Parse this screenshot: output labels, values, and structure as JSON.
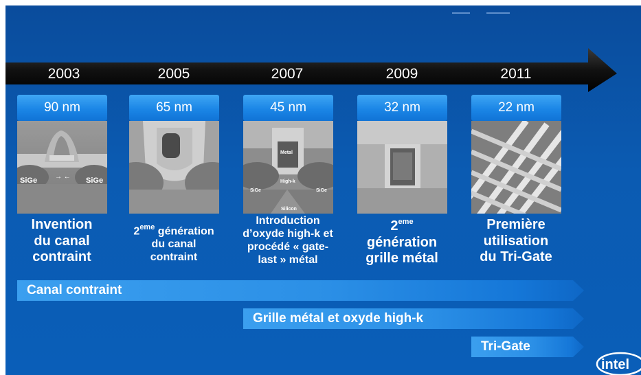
{
  "timeline": {
    "nodes": [
      {
        "year": "2003",
        "node": "90 nm",
        "caption_lines": [
          "Invention",
          "du canal",
          "contraint"
        ]
      },
      {
        "year": "2005",
        "node": "65 nm",
        "caption_lines": [
          "génération",
          "du canal",
          "contraint"
        ],
        "sup_prefix": "2",
        "sup_text": "eme"
      },
      {
        "year": "2007",
        "node": "45 nm",
        "caption_lines": [
          "Introduction",
          "d’oxyde high-k et",
          "procédé « gate-",
          "last » métal"
        ]
      },
      {
        "year": "2009",
        "node": "32 nm",
        "caption_lines": [
          "génération",
          "grille métal"
        ],
        "sup_prefix": "2",
        "sup_text": "eme"
      },
      {
        "year": "2011",
        "node": "22 nm",
        "caption_lines": [
          "Première",
          "utilisation",
          "du Tri-Gate"
        ]
      }
    ]
  },
  "micrographs": {
    "m2003": {
      "left": "SiGe",
      "right": "SiGe"
    },
    "m2007": {
      "top": "Metal",
      "mid": "High-k",
      "left": "SiGe",
      "right": "SiGe",
      "bottom": "Silicon"
    }
  },
  "bands": {
    "strained": "Canal contraint",
    "hik": "Grille métal et oxyde high-k",
    "trigate": "Tri-Gate"
  },
  "logo": "intel"
}
